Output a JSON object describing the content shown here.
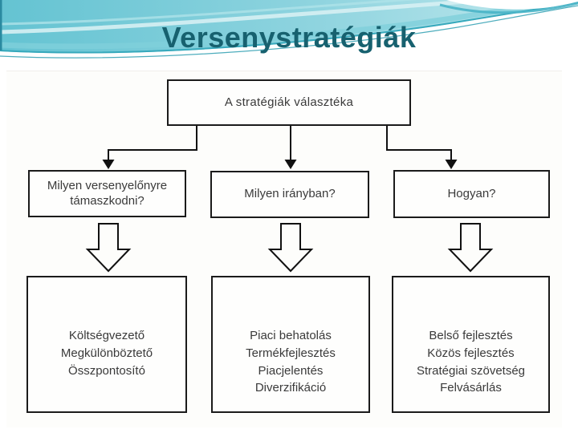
{
  "slide": {
    "title": "Versenystratégiák"
  },
  "diagram": {
    "root": "A stratégiák választéka",
    "questions": [
      {
        "label": "Milyen versenyelőnyre támaszkodni?"
      },
      {
        "label": "Milyen irányban?"
      },
      {
        "label": "Hogyan?"
      }
    ],
    "answers": [
      {
        "lines": "Költségvezető\nMegkülönböztető\nÖsszpontosító"
      },
      {
        "lines": "Piaci behatolás\nTermékfejlesztés\nPiacjelentés\nDiverzifikáció"
      },
      {
        "lines": "Belső fejlesztés\nKözös fejlesztés\nStratégiai szövetség\nFelvásárlás"
      }
    ]
  },
  "colors": {
    "title_text": "#17616f",
    "header_teal": "#64c3d2",
    "accent_line": "#37a9bc",
    "box_border": "#1b1b1b"
  }
}
